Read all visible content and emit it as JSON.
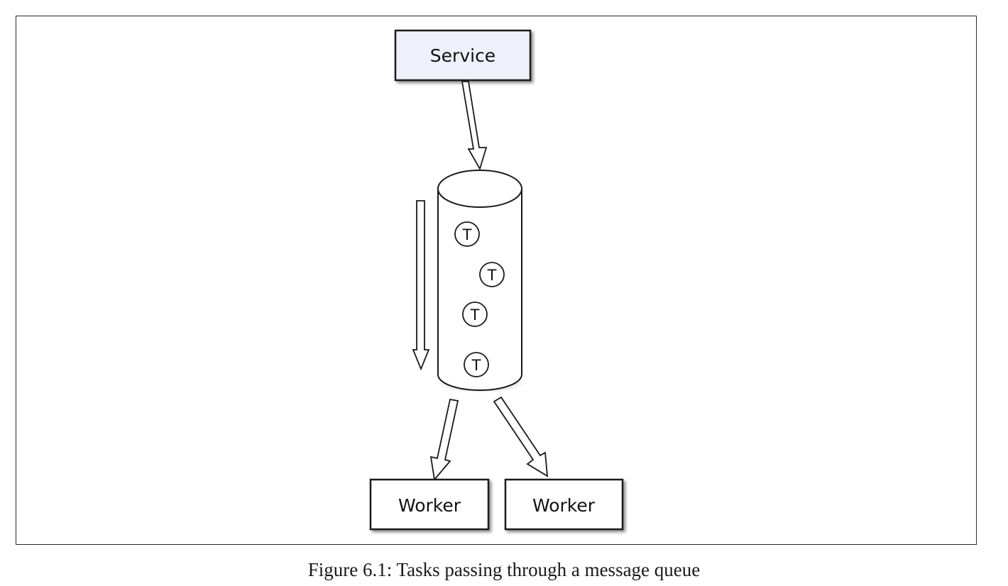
{
  "diagram": {
    "service": {
      "label": "Service"
    },
    "queue": {
      "tasks": [
        {
          "label": "T"
        },
        {
          "label": "T"
        },
        {
          "label": "T"
        },
        {
          "label": "T"
        }
      ]
    },
    "workers": [
      {
        "label": "Worker"
      },
      {
        "label": "Worker"
      }
    ]
  },
  "caption": "Figure 6.1: Tasks passing through a message queue",
  "colors": {
    "box_fill": "#eef1f9",
    "stroke": "#1a1a1a",
    "queue_fill": "#ffffff"
  }
}
